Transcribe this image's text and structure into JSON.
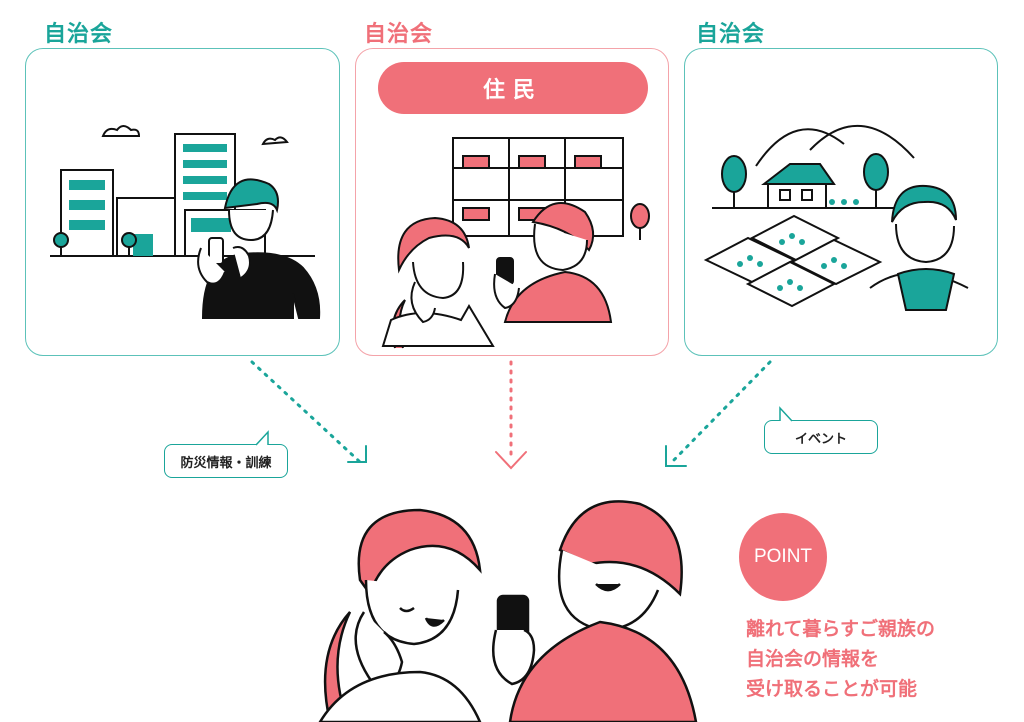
{
  "panels": [
    {
      "title": "自治会"
    },
    {
      "title": "自治会",
      "banner": "住民"
    },
    {
      "title": "自治会"
    }
  ],
  "bubbles": {
    "left": "防災情報・訓練",
    "right": "イベント"
  },
  "point": {
    "badge": "POINT",
    "lines": [
      "離れて暮らすご親族の",
      "自治会の情報を",
      "受け取ることが可能"
    ]
  },
  "colors": {
    "teal": "#1aa59a",
    "pink": "#f07079",
    "light_pink": "#f4a3a9",
    "ink": "#111111"
  }
}
